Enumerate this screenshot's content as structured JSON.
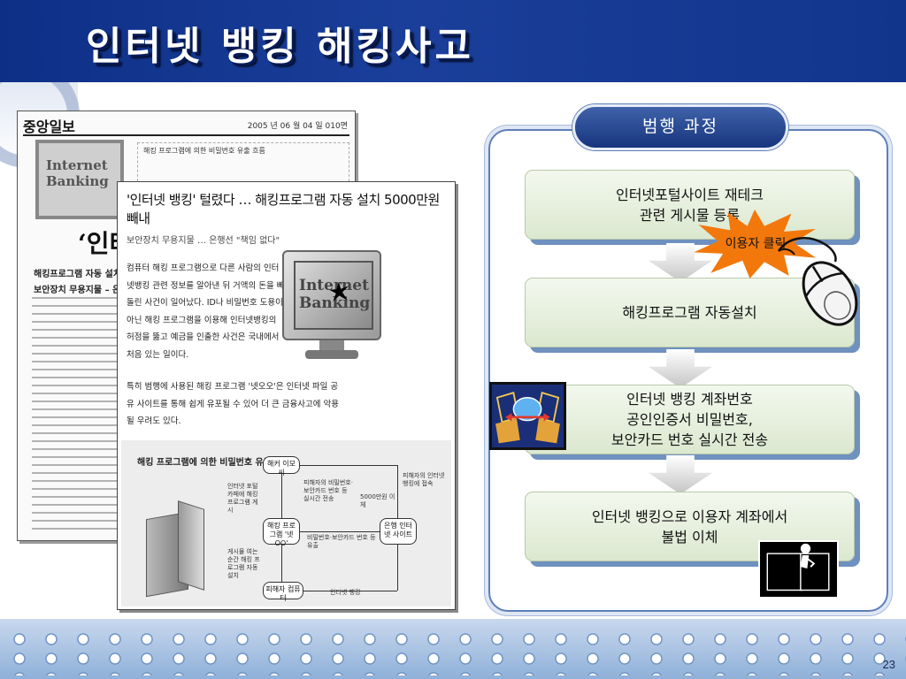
{
  "slide": {
    "title": "인터넷 뱅킹 해킹사고",
    "page_number": "23"
  },
  "newspaper_back": {
    "masthead": "중앙일보",
    "date": "2005 년 06 월 04 일 010면",
    "headline_fragment": "‘인터",
    "sub1": "해킹프로그램 자동 설치",
    "sub2": "보안장치 무용지물 – 은",
    "monitor_text": "Internet Banking",
    "diagram_text": "해킹 프로그램에 의한 비밀번호 유출 흐름"
  },
  "newspaper_front": {
    "headline": "'인터넷 뱅킹' 털렸다 … 해킹프로그램 자동 설치 5000만원 빼내",
    "deck": "보안장치 무용지물 … 은행선 \"책임 없다\"",
    "body1": "컴퓨터 해킹 프로그램으로 다른 사람의 인터넷뱅킹 관련 정보를 알아낸 뒤 거액의 돈을 빼돌린 사건이 일어났다. ID나 비밀번호 도용이 아닌 해킹 프로그램을 이용해 인터넷뱅킹의 허점을 뚫고 예금을 인출한 사건은 국내에서 처음 있는 일이다.",
    "body2": "특히 범행에 사용된 해킹 프로그램 '넷오오'은 인터넷 파일 공유 사이트를 통해 쉽게 유포될 수 있어 더 큰 금융사고에 악용될 우려도 있다.",
    "monitor_text": "Internet Banking",
    "diagram": {
      "title": "해킹 프로그램에 의한 비밀번호 유출 흐름",
      "node_hacker": "해커 이모씨",
      "node_net": "해킹 프로그램 '넷 OO'",
      "node_bank": "은행 인터넷 사이트",
      "node_victim": "피해자 컴퓨터",
      "note_post": "인터넷 포털 카페에 해킹 프로그램 게시",
      "note_leak": "피해자의 비밀번호·보안카드 번호 등 실시간 전송",
      "note_amount": "5000만원 이체",
      "note_install": "게시물 여는 순간 해킹 프로그램 자동 설치",
      "note_input": "비밀번호·보안카드 번호 등 유출",
      "note_transfer": "피해자의 인터넷 뱅킹에 접속",
      "note_bank_access": "인터넷 뱅킹"
    }
  },
  "process": {
    "title": "범행 과정",
    "steps": [
      {
        "line1": "인터넷포털사이트 재테크",
        "line2": "관련 게시물 등록"
      },
      {
        "line1": "해킹프로그램 자동설치",
        "line2": ""
      },
      {
        "line1": "인터넷 뱅킹 계좌번호",
        "line2": "공인인증서 비밀번호,",
        "line3": "보안카드 번호 실시간 전송"
      },
      {
        "line1": "인터넷 뱅킹으로 이용자 계좌에서",
        "line2": "불법 이체"
      }
    ],
    "callout": "이용자 클릭"
  },
  "colors": {
    "header_blue": "#0e2f86",
    "callout_orange": "#f2780c",
    "step_green": "#dbe8cf",
    "step_shadow": "#6f91bf"
  },
  "icons": [
    "mouse-icon",
    "network-lock-icon",
    "safe-thief-icon",
    "cracked-monitor-icon"
  ]
}
